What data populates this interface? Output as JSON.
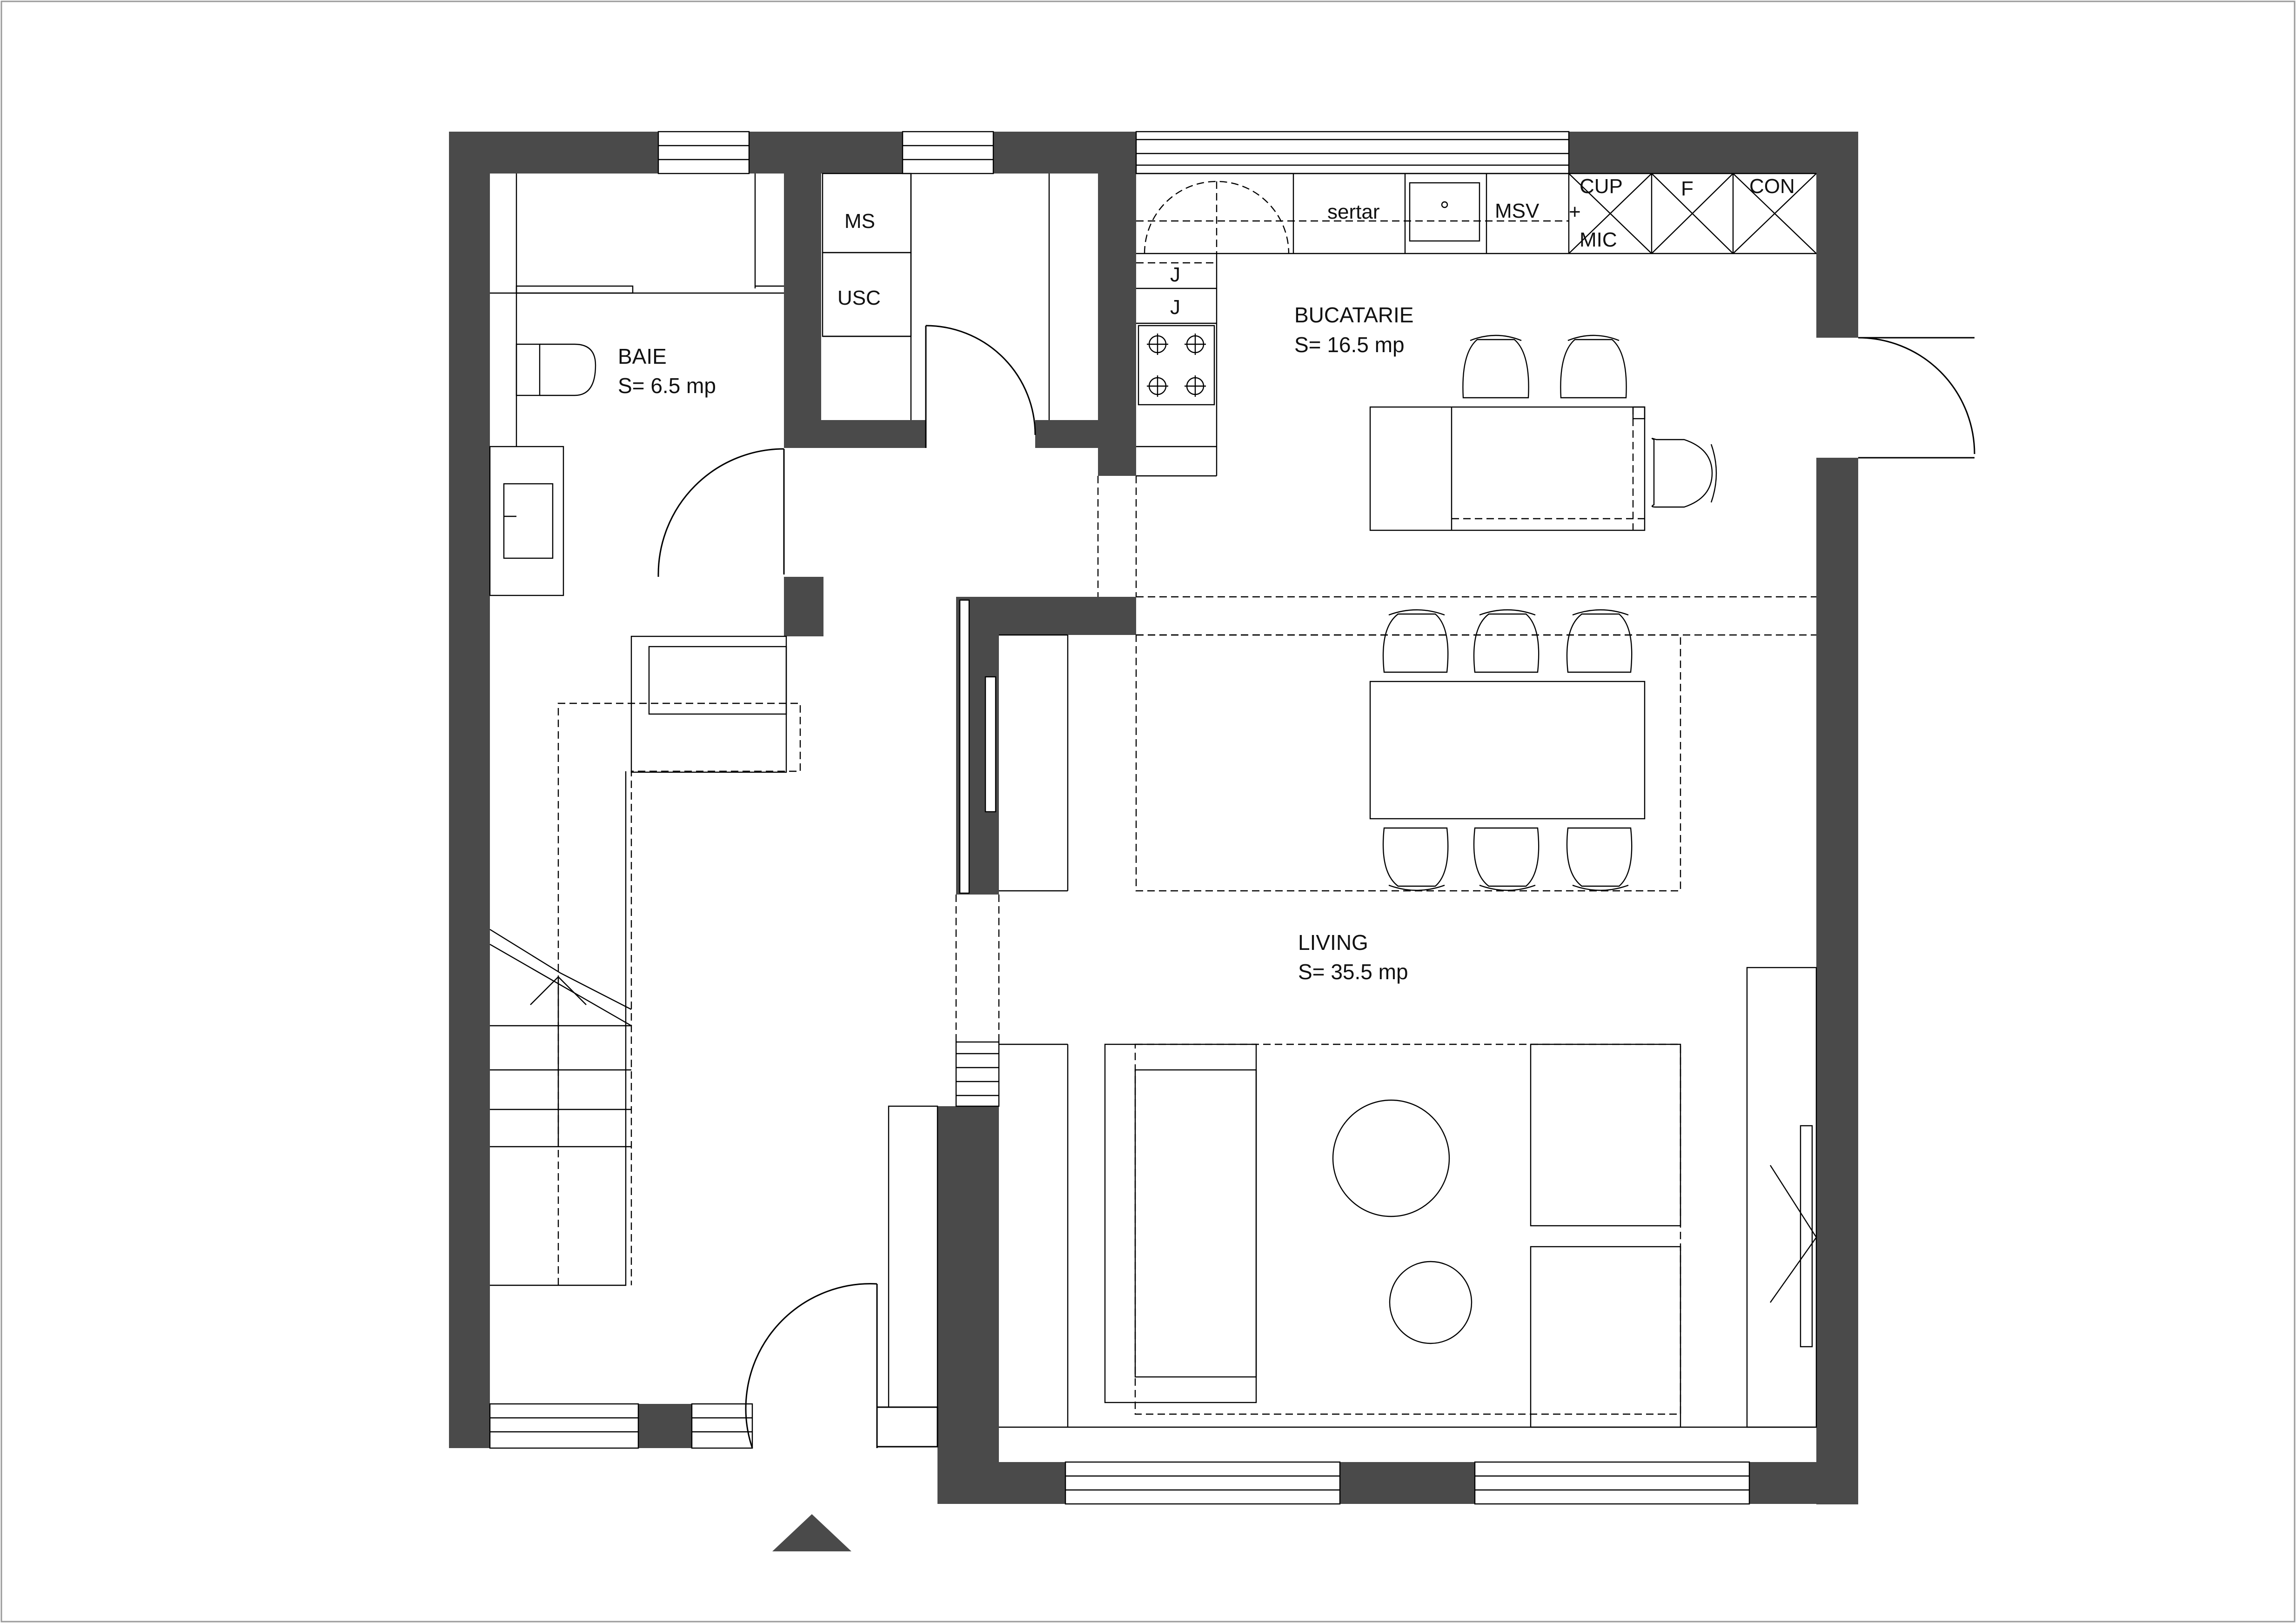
{
  "rooms": {
    "baie": {
      "name": "BAIE",
      "area": "S= 6.5 mp"
    },
    "bucatarie": {
      "name": "BUCATARIE",
      "area": "S= 16.5 mp"
    },
    "living": {
      "name": "LIVING",
      "area": "S= 35.5 mp"
    }
  },
  "labels": {
    "ms": "MS",
    "usc": "USC",
    "sertar": "sertar",
    "msv": "MSV",
    "cup": "CUP",
    "plus": "+",
    "mic": "MIC",
    "frigider": "F",
    "con": "CON",
    "j1": "J",
    "j2": "J"
  },
  "colors": {
    "wall": "#4a4a4a",
    "line": "#000000",
    "background": "#ffffff"
  }
}
